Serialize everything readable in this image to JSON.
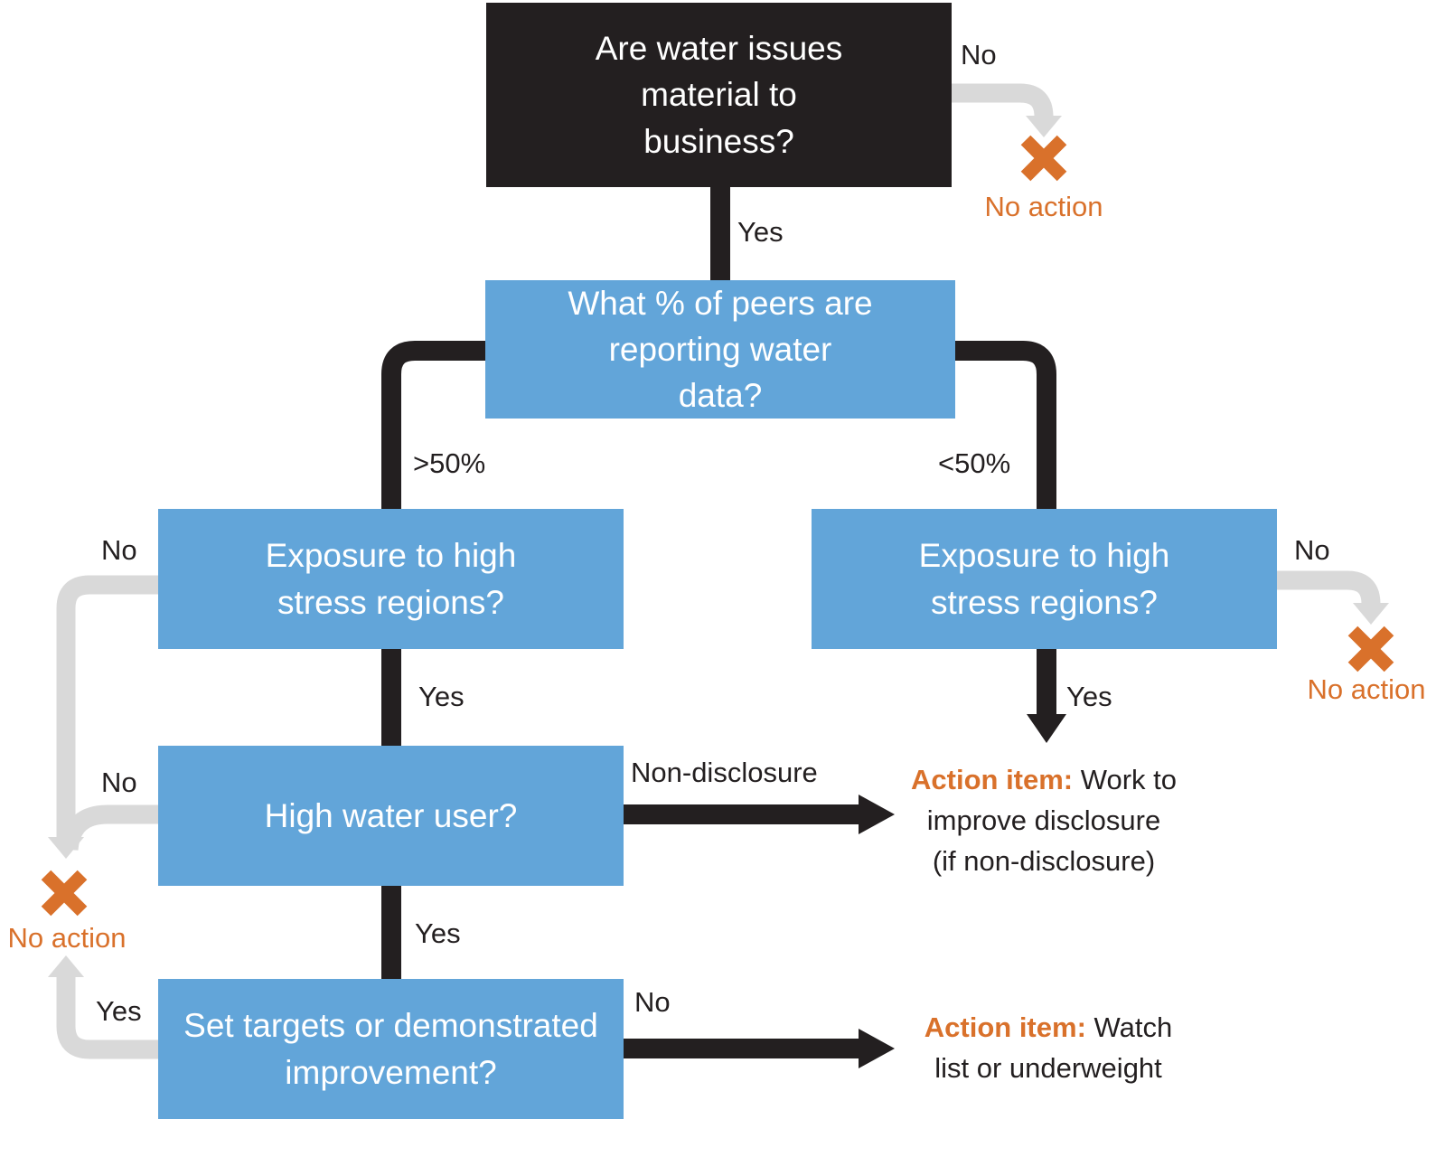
{
  "diagram": {
    "nodes": {
      "root": {
        "text": "Are water issues material to business?"
      },
      "peers": {
        "text": "What % of peers are reporting water data?"
      },
      "exposure_left": {
        "text": "Exposure to high stress regions?"
      },
      "exposure_right": {
        "text": "Exposure to high stress regions?"
      },
      "high_water_user": {
        "text": "High water user?"
      },
      "set_targets": {
        "text": "Set targets or demonstrated improvement?"
      }
    },
    "edge_labels": {
      "root_no": "No",
      "root_yes": "Yes",
      "peers_gt50": ">50%",
      "peers_lt50": "<50%",
      "exposure_left_no": "No",
      "exposure_left_yes": "Yes",
      "exposure_right_no": "No",
      "exposure_right_yes": "Yes",
      "high_water_no": "No",
      "high_water_nondisclosure": "Non-disclosure",
      "high_water_yes": "Yes",
      "targets_yes": "Yes",
      "targets_no": "No"
    },
    "terminals": {
      "no_action_top": "No action",
      "no_action_right": "No action",
      "no_action_left": "No action",
      "action_disclosure": {
        "prefix": "Action item:",
        "line1_rest": " Work to",
        "line2": "improve disclosure",
        "line3": "(if non-disclosure)"
      },
      "action_watchlist": {
        "prefix": "Action item:",
        "line1_rest": " Watch",
        "line2": "list or underweight"
      }
    },
    "colors": {
      "node_blue": "#62a5d9",
      "node_black": "#231f20",
      "accent_orange": "#d9712b",
      "wire_gray": "#d9d9d9"
    }
  }
}
